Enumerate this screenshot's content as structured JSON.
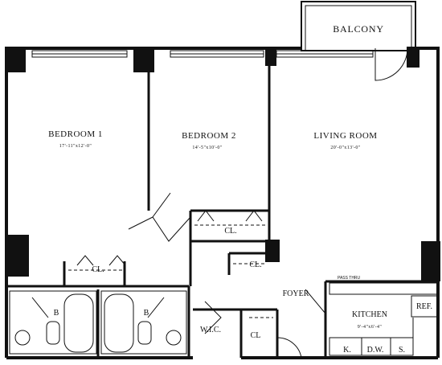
{
  "rooms": {
    "balcony": "BALCONY",
    "bedroom1": {
      "name": "BEDROOM 1",
      "dims": "17'-11\"x12'-0\""
    },
    "bedroom2": {
      "name": "BEDROOM 2",
      "dims": "14'-5\"x10'-0\""
    },
    "living": {
      "name": "LIVING ROOM",
      "dims": "20'-0\"x13'-0\""
    },
    "foyer": "FOYER",
    "kitchen": {
      "name": "KITCHEN",
      "dims": "9'-4\"x6'-4\""
    },
    "wic": "W.I.C.",
    "pass_thru": "PASS THRU"
  },
  "closets": {
    "cl": "CL.",
    "cl_short": "CL"
  },
  "fixtures": {
    "bath": "B",
    "refrigerator": "REF.",
    "kitchen_cabinet": "K.",
    "dishwasher": "D.W.",
    "sink": "S."
  }
}
